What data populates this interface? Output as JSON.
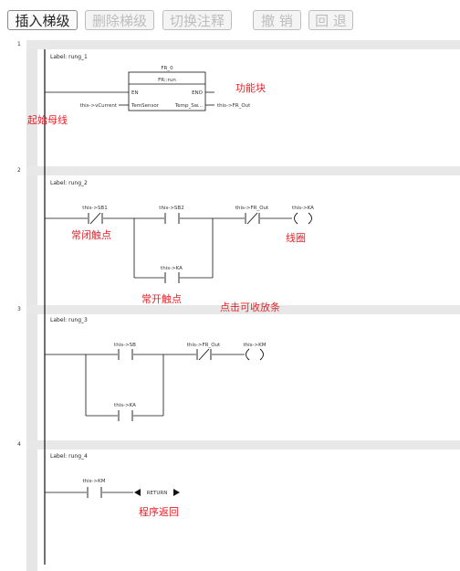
{
  "toolbar": {
    "insert_rung": "插入梯级",
    "delete_rung": "删除梯级",
    "toggle_comment": "切换注释",
    "undo": "撤 销",
    "redo": "回 退"
  },
  "rungs": [
    {
      "number": "1",
      "label": "Label: rung_1"
    },
    {
      "number": "2",
      "label": "Label: rung_2"
    },
    {
      "number": "3",
      "label": "Label: rung_3"
    },
    {
      "number": "4",
      "label": "Label: rung_4"
    }
  ],
  "fb": {
    "instance": "FR_0",
    "method": "FR::run",
    "en": "EN",
    "eno": "ENO",
    "in_pin": "TemSensor",
    "out_pin": "Temp_Sw...",
    "in_var": "this->vCurrent",
    "out_var": "this->FR_Out"
  },
  "rung2": {
    "sb1": "this->SB1",
    "sb2": "this->SB2",
    "fr_out": "this->FR_Out",
    "ka_coil": "this->KA",
    "ka_contact": "this->KA"
  },
  "rung3": {
    "sb": "this->SB",
    "fr_out": "this->FR_Out",
    "km_coil": "this->KM",
    "ka_contact": "this->KA"
  },
  "rung4": {
    "km": "this->KM",
    "return": "RETURN"
  },
  "annotations": {
    "function_block": "功能块",
    "start_bus": "起始母线",
    "normally_closed": "常闭触点",
    "coil": "线圈",
    "normally_open": "常开触点",
    "collapse": "点击可收放条",
    "return": "程序返回"
  }
}
